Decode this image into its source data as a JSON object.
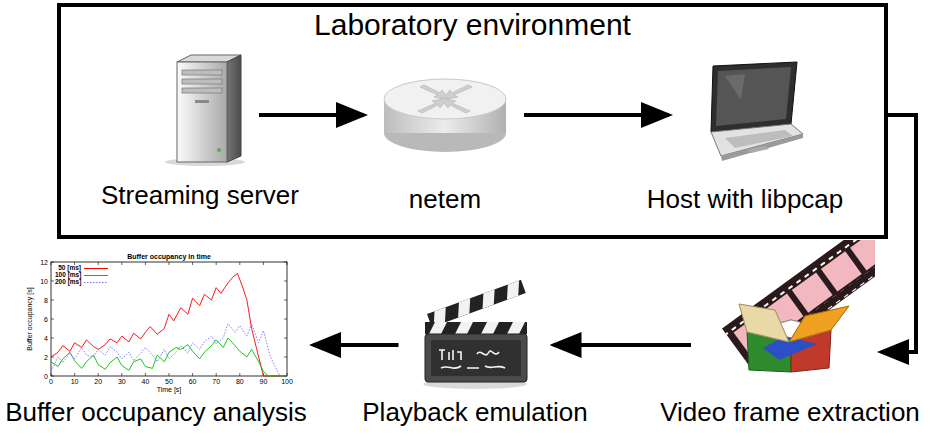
{
  "diagram": {
    "nodes": [
      {
        "text": [
          "Laboratory environment"
        ]
      },
      {
        "text": [
          "Streaming server"
        ],
        "in": 0
      },
      {
        "text": [
          "netem"
        ],
        "in": 0
      },
      {
        "text": [
          "Host with libpcap"
        ],
        "in": 0
      },
      {
        "text": [
          "Video frame extraction"
        ]
      },
      {
        "text": [
          "Playback emulation"
        ]
      },
      {
        "text": [
          "Buffer occupancy analysis"
        ]
      }
    ],
    "edges": [
      {
        "from": 1,
        "to": 2,
        "arrow": "to"
      },
      {
        "from": 2,
        "to": 3,
        "arrow": "to"
      },
      {
        "from": 0,
        "to": 4,
        "arrow": "to"
      },
      {
        "from": 4,
        "to": 5,
        "arrow": "to"
      },
      {
        "from": 5,
        "to": 6,
        "arrow": "to"
      }
    ],
    "labels": [
      "Buffer occupancy in time",
      "Time [s]",
      "Buffer occupancy [s]",
      "0",
      "2",
      "4",
      "6",
      "8",
      "10",
      "12",
      "0",
      "10",
      "20",
      "30",
      "40",
      "50",
      "60",
      "70",
      "80",
      "90",
      "100"
    ],
    "legend": [
      {
        "text": "50 [ms]"
      },
      {
        "text": "100 [ms]"
      },
      {
        "text": "200 [ms]"
      }
    ]
  }
}
